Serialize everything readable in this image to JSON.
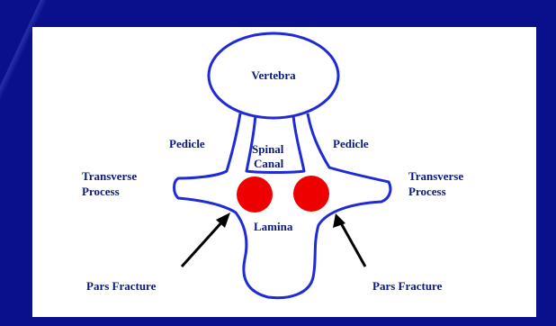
{
  "colors": {
    "background": "#0a0f8c",
    "panel": "#ffffff",
    "outline": "#1f2bd6",
    "fracture": "#ee0000",
    "arrow": "#000000",
    "label": "#0b1a7a"
  },
  "diagram": {
    "labels": {
      "vertebra": "Vertebra",
      "pedicle_left": "Pedicle",
      "pedicle_right": "Pedicle",
      "spinal_canal_line1": "Spinal",
      "spinal_canal_line2": "Canal",
      "transverse_left_line1": "Transverse",
      "transverse_left_line2": "Process",
      "transverse_right_line1": "Transverse",
      "transverse_right_line2": "Process",
      "lamina": "Lamina",
      "pars_fracture_left": "Pars Fracture",
      "pars_fracture_right": "Pars Fracture"
    }
  }
}
